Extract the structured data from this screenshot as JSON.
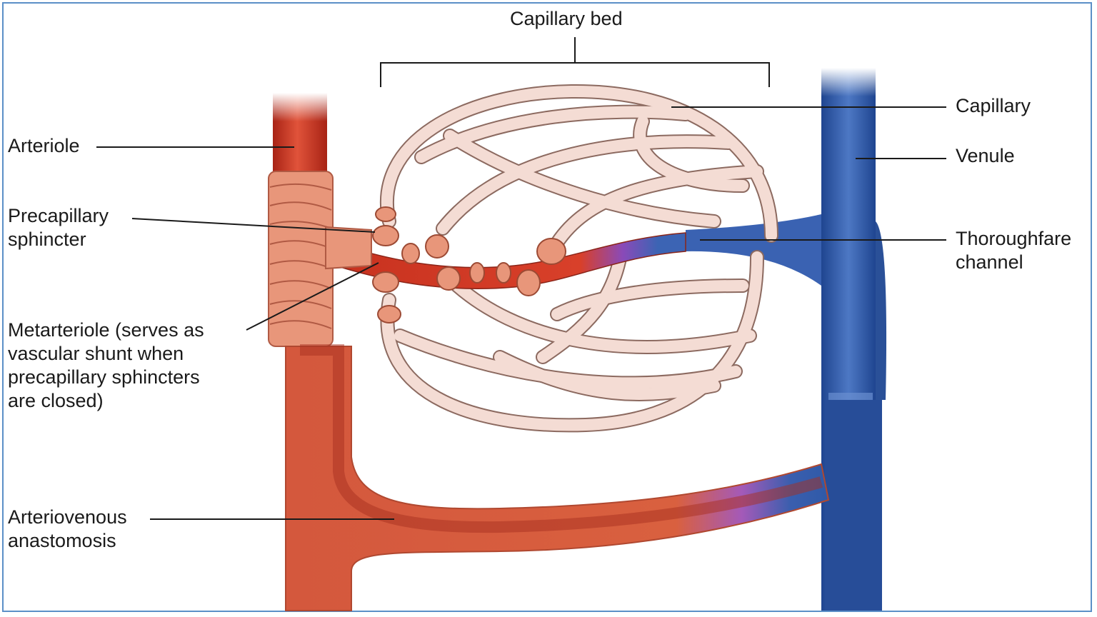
{
  "labels": {
    "capillary_bed": "Capillary bed",
    "capillary": "Capillary",
    "arteriole": "Arteriole",
    "venule": "Venule",
    "precapillary_sphincter": [
      "Precapillary",
      "sphincter"
    ],
    "thoroughfare_channel": [
      "Thoroughfare",
      "channel"
    ],
    "metarteriole": [
      "Metarteriole (serves as",
      "vascular shunt when",
      "precapillary sphincters",
      "are closed)"
    ],
    "arteriovenous_anastomosis": [
      "Arteriovenous",
      "anastomosis"
    ]
  },
  "colors": {
    "arteriole_red": "#c8321f",
    "muscle_salmon": "#e8967a",
    "anastomosis_orange": "#d4583d",
    "venule_blue": "#2f5aa8",
    "capillary_pink": "#f4dcd4",
    "frame_blue": "#5b8fc7"
  }
}
